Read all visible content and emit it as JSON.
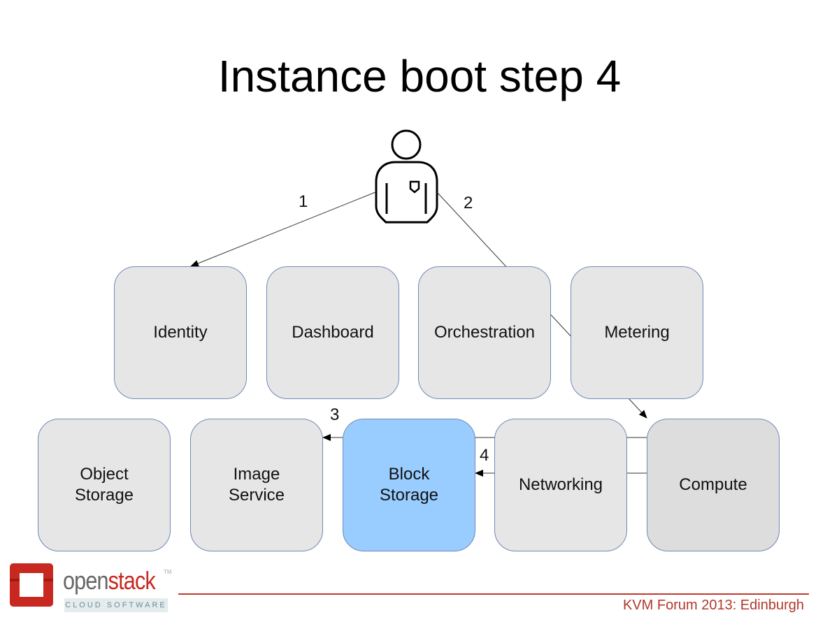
{
  "title": "Instance boot step 4",
  "actor": {
    "icon": "user-icon"
  },
  "services": {
    "identity": "Identity",
    "dashboard": "Dashboard",
    "orchestration": "Orchestration",
    "metering": "Metering",
    "object_storage": "Object Storage",
    "image_service": "Image Service",
    "block_storage": "Block Storage",
    "networking": "Networking",
    "compute": "Compute"
  },
  "steps": [
    {
      "label": "1",
      "from": "user",
      "to": "Identity"
    },
    {
      "label": "2",
      "from": "user",
      "to": "Compute"
    },
    {
      "label": "3",
      "from": "Compute",
      "to": "Image Service"
    },
    {
      "label": "4",
      "from": "Compute",
      "to": "Block Storage"
    }
  ],
  "highlighted": "Block Storage",
  "logo": {
    "brand_part1": "open",
    "brand_part2": "stack",
    "tm": "TM",
    "tagline": "CLOUD SOFTWARE"
  },
  "footer": "KVM Forum 2013: Edinburgh",
  "colors": {
    "box": "#e6e6e6",
    "highlight": "#99ccff",
    "box_border": "#7289b6",
    "accent": "#c0392b"
  }
}
